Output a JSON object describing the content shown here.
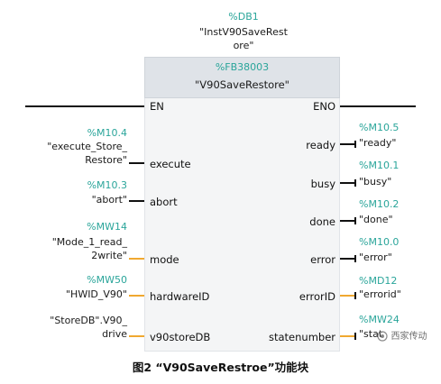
{
  "db": {
    "tag": "%DB1",
    "name_line1": "\"InstV90SaveRest",
    "name_line2": "ore\""
  },
  "fb": {
    "tag": "%FB38003",
    "name": "\"V90SaveRestore\""
  },
  "pins": {
    "en": "EN",
    "eno": "ENO",
    "execute": "execute",
    "abort": "abort",
    "mode": "mode",
    "hardwareID": "hardwareID",
    "v90storeDB": "v90storeDB",
    "ready": "ready",
    "busy": "busy",
    "done": "done",
    "error": "error",
    "errorID": "errorID",
    "statenumber": "statenumber"
  },
  "inputs": {
    "execute": {
      "tag": "%M10.4",
      "line1": "\"execute_Store_",
      "line2": "Restore\""
    },
    "abort": {
      "tag": "%M10.3",
      "line1": "\"abort\""
    },
    "mode": {
      "tag": "%MW14",
      "line1": "\"Mode_1_read_",
      "line2": "2write\""
    },
    "hardwareID": {
      "tag": "%MW50",
      "line1": "\"HWID_V90\""
    },
    "v90storeDB": {
      "line1": "\"StoreDB\".V90_",
      "line2": "drive"
    }
  },
  "outputs": {
    "ready": {
      "tag": "%M10.5",
      "name": "\"ready\""
    },
    "busy": {
      "tag": "%M10.1",
      "name": "\"busy\""
    },
    "done": {
      "tag": "%M10.2",
      "name": "\"done\""
    },
    "error": {
      "tag": "%M10.0",
      "name": "\"error\""
    },
    "errorID": {
      "tag": "%MD12",
      "name": "\"errorid\""
    },
    "statenumber": {
      "tag": "%MW24",
      "name": "\"stat"
    }
  },
  "watermark": "西家传动",
  "caption": "图2 “V90SaveRestroe”功能块",
  "colors": {
    "tag": "#2aa59a",
    "wire": "#111111",
    "word_wire": "#f0a830",
    "block_head": "#dfe3e8",
    "block_body": "#f4f5f6"
  }
}
